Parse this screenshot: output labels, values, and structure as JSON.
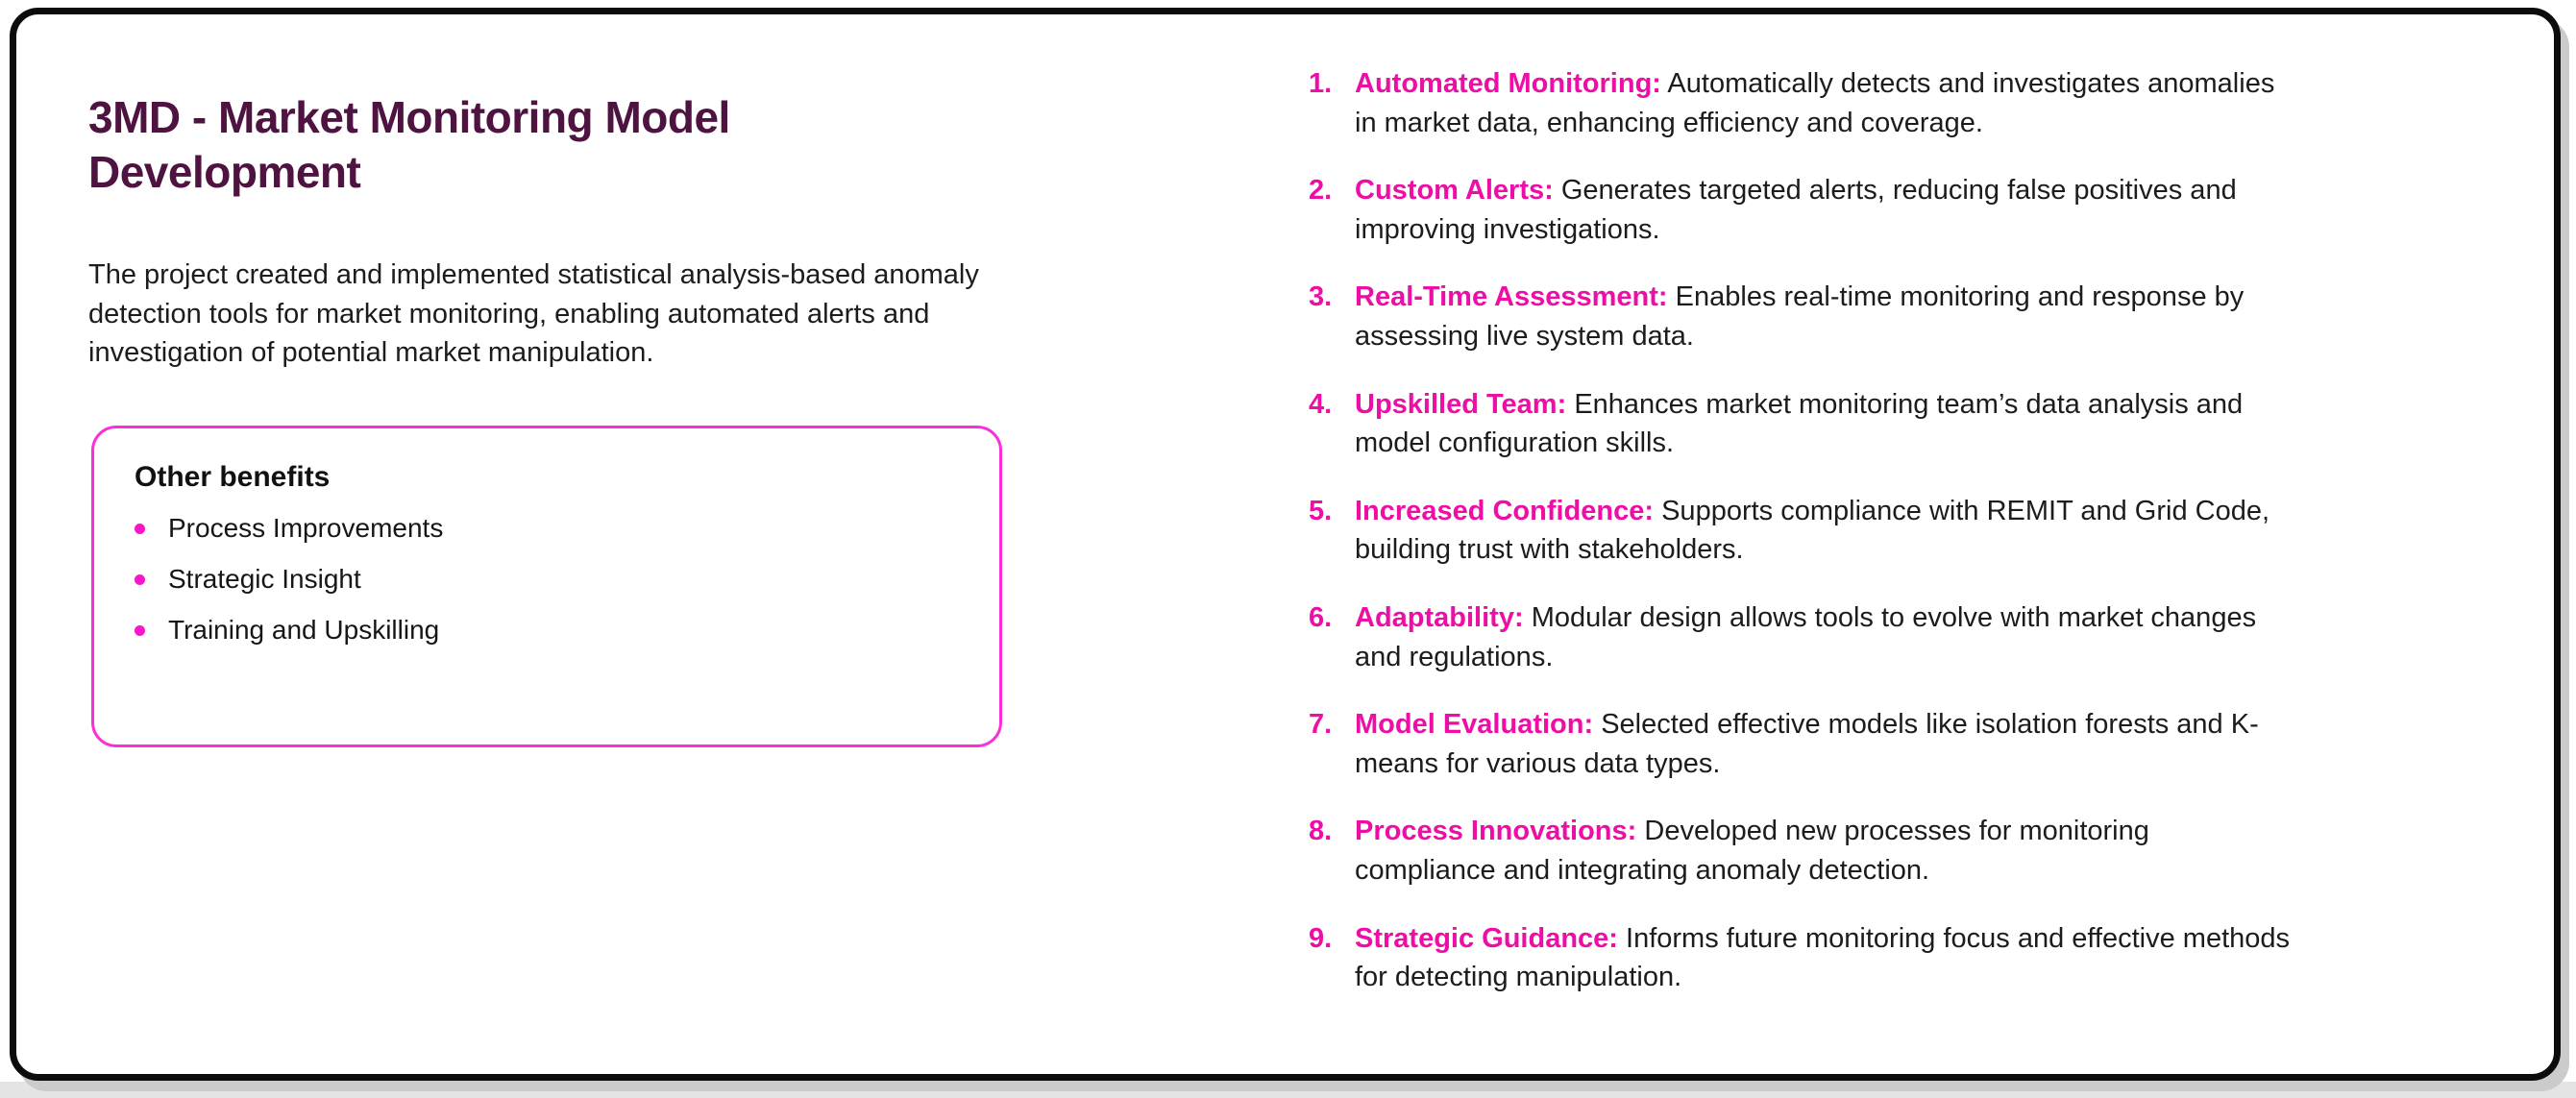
{
  "colors": {
    "accent_magenta": "#ed0ea6",
    "box_border_pink": "#fb2fd8",
    "bullet_pink": "#f716c9",
    "title_plum": "#4e1340",
    "body_text": "#1c1c1c",
    "card_border": "#0c0c0c",
    "bottom_strip": "#e4e4e4",
    "shadow_gray": "#cbcbcb"
  },
  "header": {
    "title": "3MD - Market Monitoring Model Development"
  },
  "intro": {
    "text": "The project created and implemented statistical analysis-based anomaly detection tools for market monitoring, enabling automated alerts and investigation of potential market manipulation."
  },
  "benefits_box": {
    "heading": "Other benefits",
    "items": [
      "Process Improvements",
      "Strategic Insight",
      "Training and Upskilling"
    ]
  },
  "numbered_list": {
    "items": [
      {
        "number": "1.",
        "label": "Automated Monitoring:",
        "text": "Automatically detects and investigates anomalies in market data, enhancing efficiency and coverage."
      },
      {
        "number": "2.",
        "label": "Custom Alerts:",
        "text": "Generates targeted alerts, reducing false positives and improving investigations."
      },
      {
        "number": "3.",
        "label": "Real-Time Assessment:",
        "text": "Enables real-time monitoring and response by assessing live system data."
      },
      {
        "number": "4.",
        "label": "Upskilled Team:",
        "text": "Enhances market monitoring team’s data analysis and model configuration skills."
      },
      {
        "number": "5.",
        "label": "Increased Confidence:",
        "text": "Supports compliance with REMIT and Grid Code, building trust with stakeholders."
      },
      {
        "number": "6.",
        "label": "Adaptability:",
        "text": "Modular design allows tools to evolve with market changes and regulations."
      },
      {
        "number": "7.",
        "label": "Model Evaluation:",
        "text": "Selected effective models like isolation forests and K-means for various data types."
      },
      {
        "number": "8.",
        "label": "Process Innovations:",
        "text": "Developed new processes for monitoring compliance and integrating anomaly detection."
      },
      {
        "number": "9.",
        "label": "Strategic Guidance:",
        "text": "Informs future monitoring focus and effective methods for detecting manipulation."
      }
    ]
  }
}
